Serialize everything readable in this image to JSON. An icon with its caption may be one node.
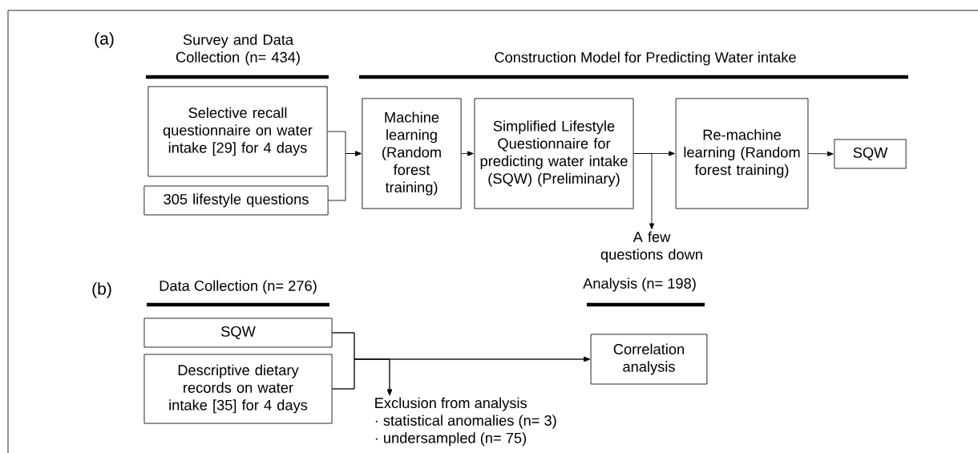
{
  "diagram": {
    "nodes": [
      {
        "text": [
          "Selective recall questionnaire on water intake [29] for 4 days"
        ]
      },
      {
        "text": [
          "305 lifestyle questions"
        ]
      },
      {
        "text": [
          "Machine learning (Random forest training)"
        ]
      },
      {
        "text": [
          "Simplified Lifestyle Questionnaire for predicting water intake (SQW) (Preliminary)"
        ]
      },
      {
        "text": [
          "Re-machine learning (Random forest training)"
        ]
      },
      {
        "text": [
          "SQW"
        ]
      },
      {
        "text": [
          "A few questions down"
        ]
      },
      {
        "text": [
          "SQW"
        ]
      },
      {
        "text": [
          "Descriptive dietary records on water intake [35] for 4 days"
        ]
      },
      {
        "text": [
          "Correlation analysis"
        ]
      },
      {
        "text": [
          "Exclusion from analysis",
          "· statistical anomalies (n= 3)",
          "· undersampled (n= 75)"
        ]
      }
    ],
    "edges": [
      {
        "from": 0,
        "to": 2,
        "arrow": "to"
      },
      {
        "from": 1,
        "to": 2,
        "arrow": "to"
      },
      {
        "from": 2,
        "to": 3,
        "arrow": "to"
      },
      {
        "from": 3,
        "to": 4,
        "arrow": "to"
      },
      {
        "from": 3,
        "to": 6,
        "arrow": "to"
      },
      {
        "from": 4,
        "to": 5,
        "arrow": "to"
      },
      {
        "from": 7,
        "to": 9,
        "arrow": "to"
      },
      {
        "from": 8,
        "to": 9,
        "arrow": "to"
      },
      {
        "from": 7,
        "to": 10,
        "arrow": "to"
      },
      {
        "from": 8,
        "to": 10,
        "arrow": "to"
      }
    ],
    "labels": [
      "(a)",
      "Survey and Data Collection (n= 434)",
      "Construction Model for Predicting Water intake",
      "(b)",
      "Data Collection (n= 276)",
      "Analysis (n= 198)"
    ]
  }
}
